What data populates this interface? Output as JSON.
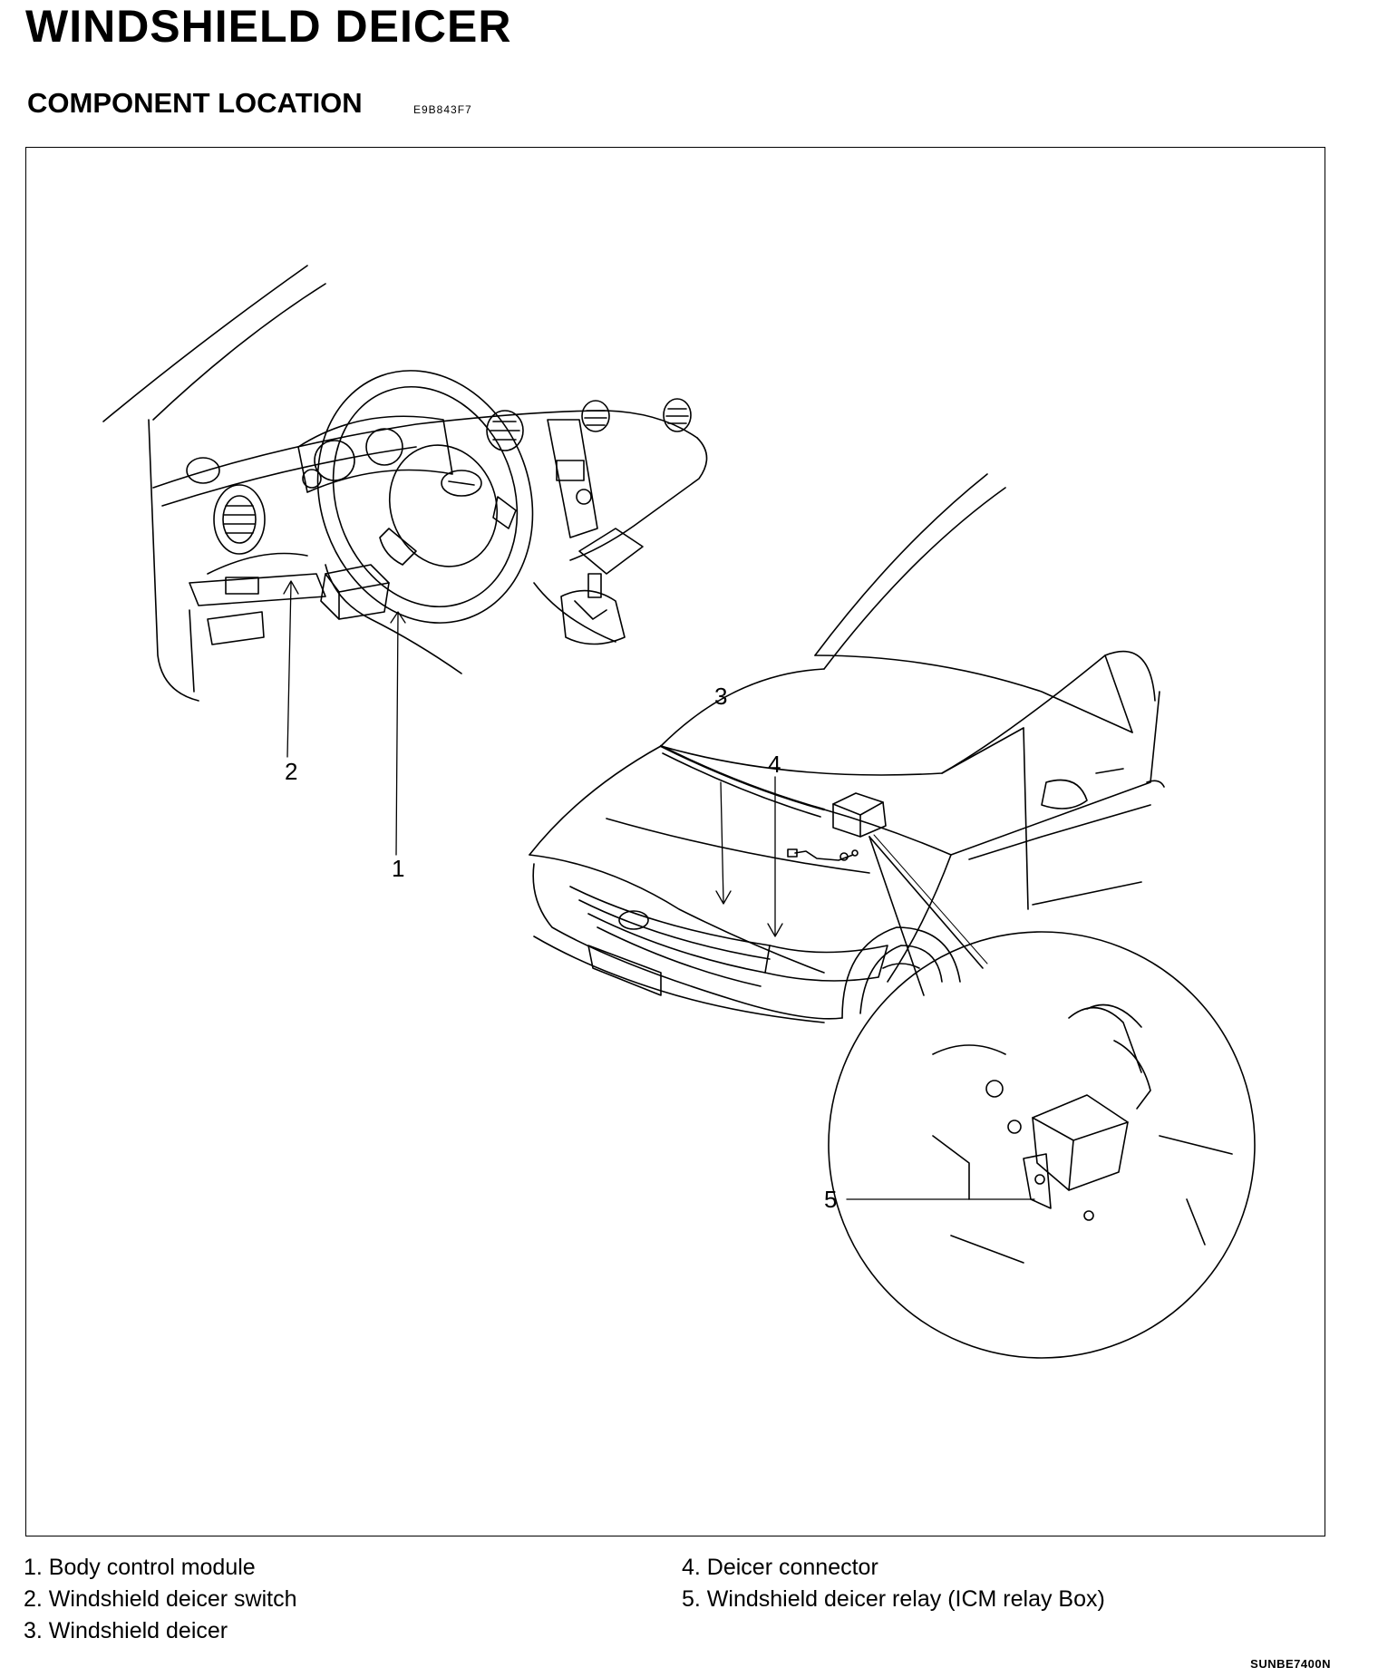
{
  "header": {
    "title": "WINDSHIELD DEICER",
    "subtitle": "COMPONENT LOCATION",
    "doc_code": "E9B843F7"
  },
  "figure": {
    "callouts": [
      "1",
      "2",
      "3",
      "4",
      "5"
    ],
    "legend_left": [
      "1. Body control module",
      "2. Windshield deicer switch",
      "3. Windshield deicer"
    ],
    "legend_right": [
      "4. Deicer connector",
      "5. Windshield deicer relay (ICM relay Box)"
    ],
    "figure_code": "SUNBE7400N"
  }
}
